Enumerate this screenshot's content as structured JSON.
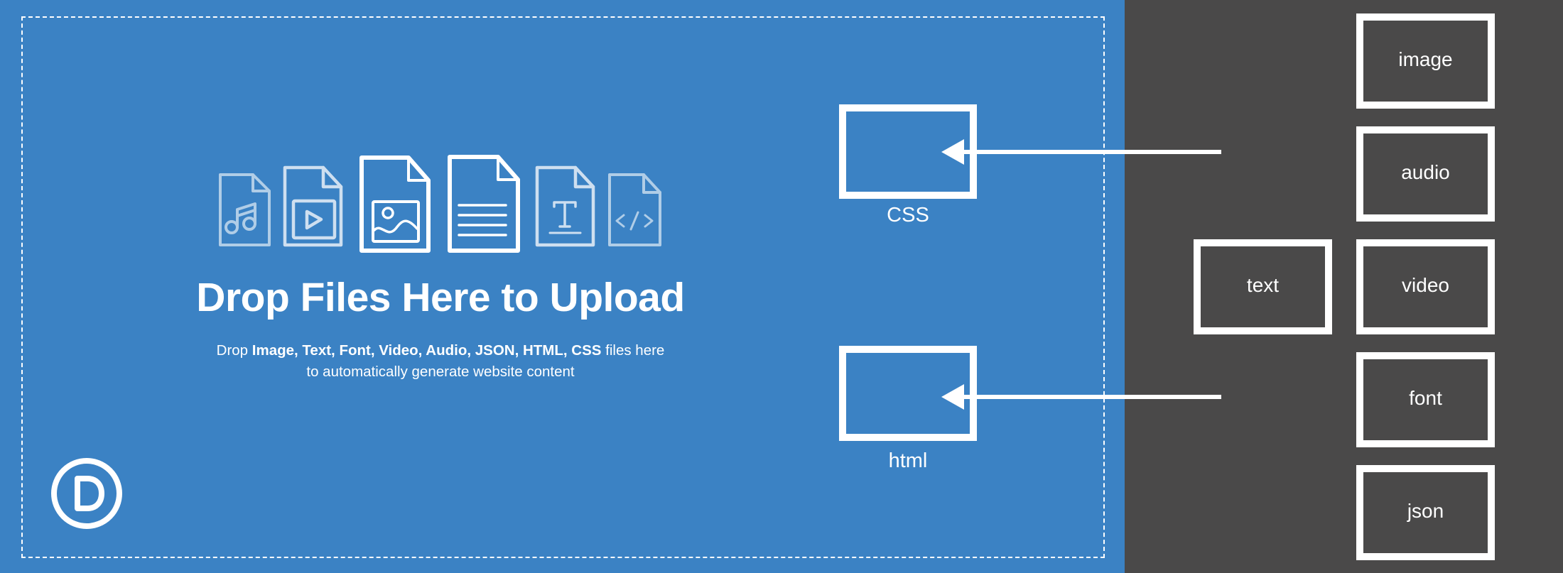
{
  "colors": {
    "drop_zone_bg": "#3b82c4",
    "panel_bg": "#4a4949",
    "foreground": "#ffffff"
  },
  "drop_zone": {
    "icons": [
      {
        "name": "audio-file-icon",
        "glyph": "music-note"
      },
      {
        "name": "video-file-icon",
        "glyph": "play"
      },
      {
        "name": "image-file-icon",
        "glyph": "landscape"
      },
      {
        "name": "document-file-icon",
        "glyph": "text-lines"
      },
      {
        "name": "font-file-icon",
        "glyph": "T"
      },
      {
        "name": "code-file-icon",
        "glyph": "</>"
      }
    ],
    "title": "Drop Files Here to Upload",
    "subtitle": {
      "prefix": "Drop ",
      "file_types": "Image, Text, Font, Video, Audio, JSON, HTML, CSS",
      "suffix": " files here",
      "line2": "to automatically generate website content"
    },
    "logo_letter": "D"
  },
  "targets": [
    {
      "label": "CSS"
    },
    {
      "label": "html"
    }
  ],
  "sources": [
    {
      "label": "image"
    },
    {
      "label": "audio"
    },
    {
      "label": "text"
    },
    {
      "label": "video"
    },
    {
      "label": "font"
    },
    {
      "label": "json"
    }
  ]
}
